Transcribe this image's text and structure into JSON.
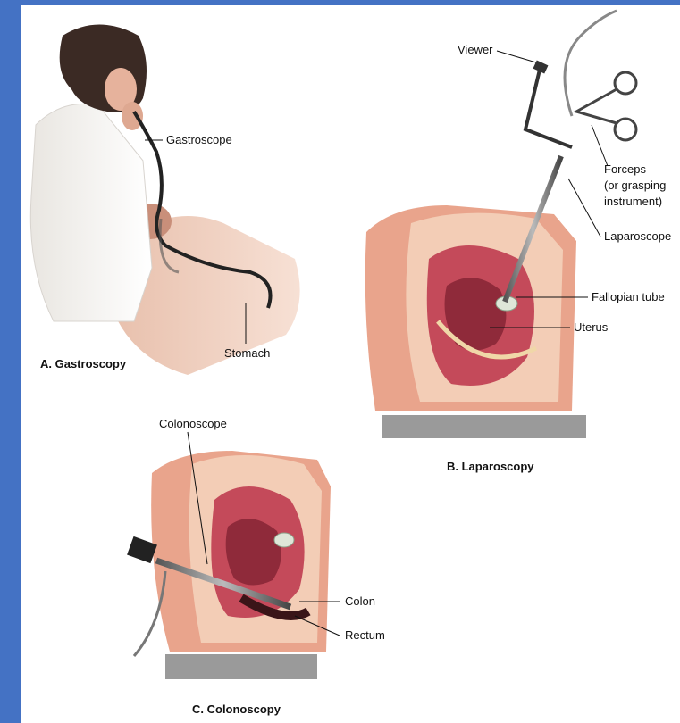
{
  "colors": {
    "border": "#4472c4",
    "panel": "#ffffff",
    "tissue": "#e9a48c",
    "organ": "#c44a5a",
    "table": "#9a9a9a"
  },
  "labels": {
    "gastroscope": "Gastroscope",
    "stomach": "Stomach",
    "viewer": "Viewer",
    "forceps": "Forceps",
    "forceps_sub1": "(or grasping",
    "forceps_sub2": "instrument)",
    "laparoscope": "Laparoscope",
    "fallopian_tube": "Fallopian tube",
    "uterus": "Uterus",
    "colonoscope": "Colonoscope",
    "colon": "Colon",
    "rectum": "Rectum"
  },
  "captions": {
    "a": "A. Gastroscopy",
    "b": "B. Laparoscopy",
    "c": "C. Colonoscopy"
  }
}
